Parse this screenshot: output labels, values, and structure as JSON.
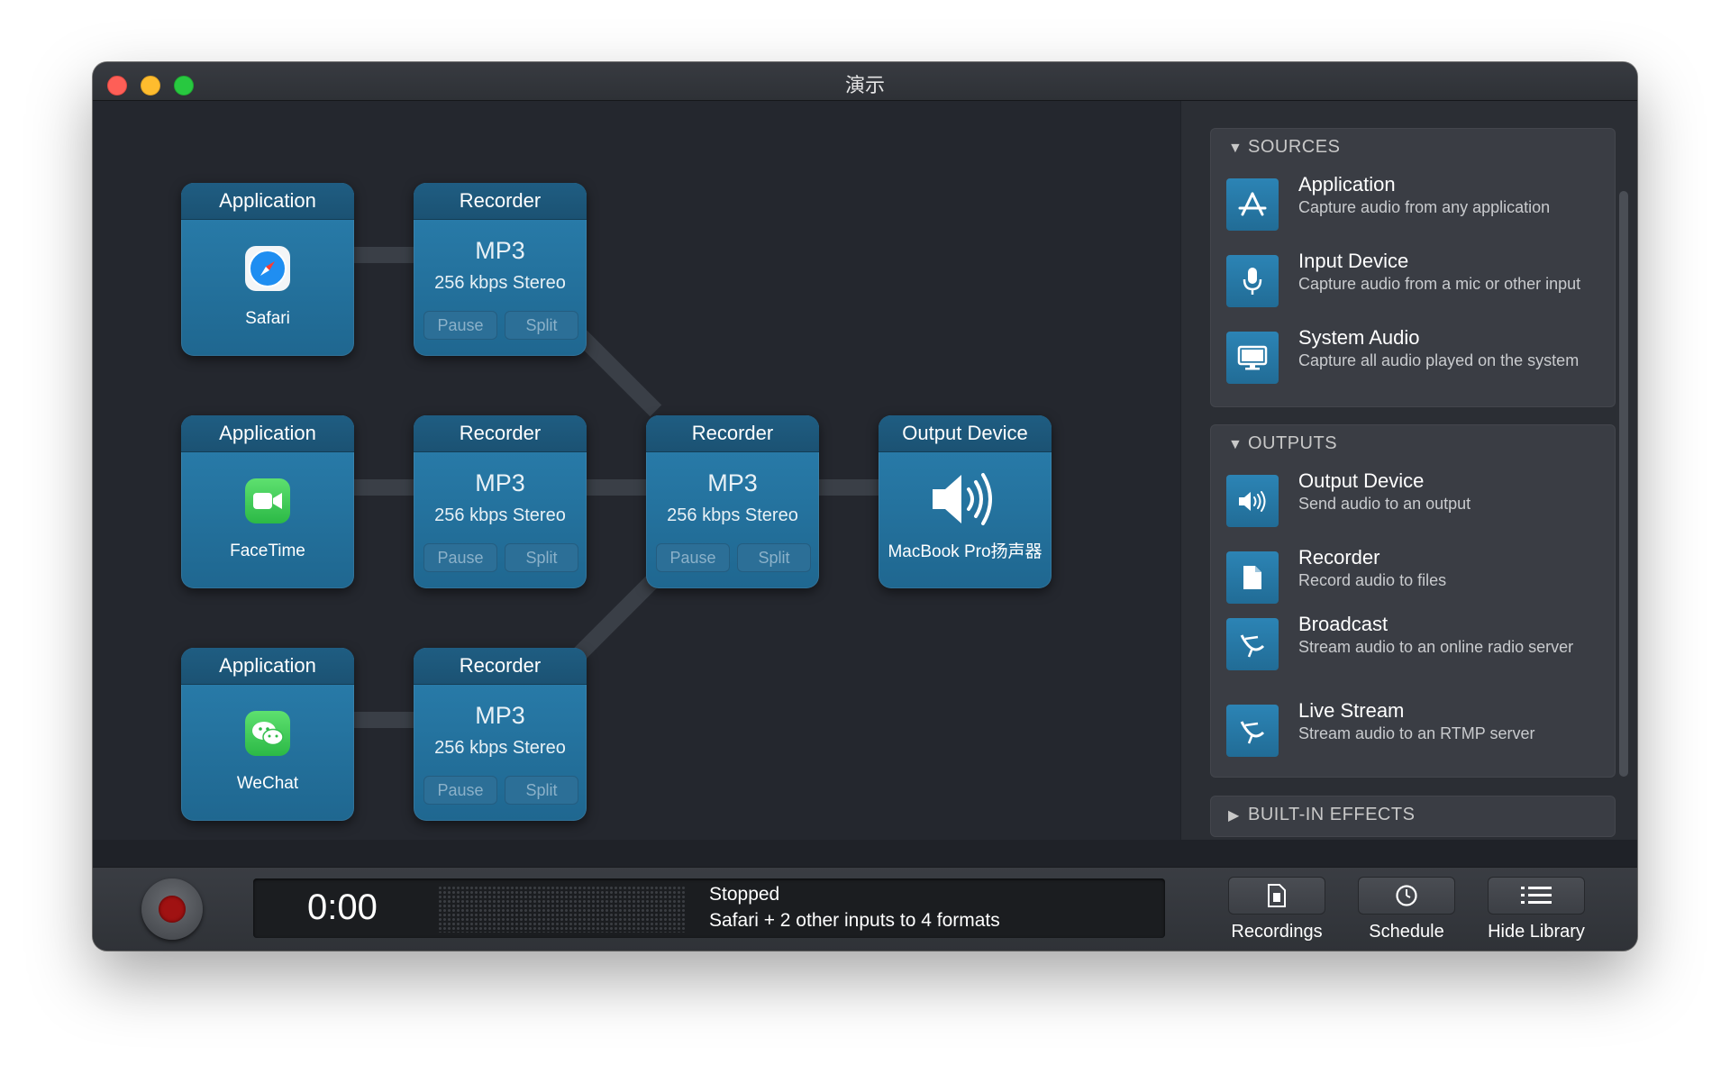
{
  "window": {
    "title": "演示"
  },
  "graph": {
    "app_header": "Application",
    "recorder_header": "Recorder",
    "output_header": "Output Device",
    "apps": [
      {
        "name": "Safari",
        "icon": "safari-icon"
      },
      {
        "name": "FaceTime",
        "icon": "facetime-icon"
      },
      {
        "name": "WeChat",
        "icon": "wechat-icon"
      }
    ],
    "recorders": [
      {
        "format": "MP3",
        "quality": "256 kbps Stereo",
        "pause": "Pause",
        "split": "Split"
      },
      {
        "format": "MP3",
        "quality": "256 kbps Stereo",
        "pause": "Pause",
        "split": "Split"
      },
      {
        "format": "MP3",
        "quality": "256 kbps Stereo",
        "pause": "Pause",
        "split": "Split"
      },
      {
        "format": "MP3",
        "quality": "256 kbps Stereo",
        "pause": "Pause",
        "split": "Split"
      }
    ],
    "output": {
      "device": "MacBook Pro扬声器",
      "icon": "speaker-icon"
    }
  },
  "library": {
    "sources": {
      "heading": "SOURCES",
      "items": [
        {
          "title": "Application",
          "desc": "Capture audio from any application",
          "icon": "app-store-icon"
        },
        {
          "title": "Input Device",
          "desc": "Capture audio from a mic or other input",
          "icon": "microphone-icon"
        },
        {
          "title": "System Audio",
          "desc": "Capture all audio played on the system",
          "icon": "monitor-icon"
        }
      ]
    },
    "outputs": {
      "heading": "OUTPUTS",
      "items": [
        {
          "title": "Output Device",
          "desc": "Send audio to an output",
          "icon": "speaker-icon"
        },
        {
          "title": "Recorder",
          "desc": "Record audio to files",
          "icon": "document-icon"
        },
        {
          "title": "Broadcast",
          "desc": "Stream audio to an online radio server",
          "icon": "satellite-dish-icon"
        },
        {
          "title": "Live Stream",
          "desc": "Stream audio to an RTMP server",
          "icon": "satellite-dish-icon"
        }
      ]
    },
    "effects": {
      "heading": "BUILT-IN EFFECTS"
    }
  },
  "transport": {
    "time": "0:00",
    "status": "Stopped",
    "summary": "Safari + 2 other inputs to 4 formats"
  },
  "toolbar": {
    "recordings": "Recordings",
    "schedule": "Schedule",
    "hide_library": "Hide Library"
  }
}
